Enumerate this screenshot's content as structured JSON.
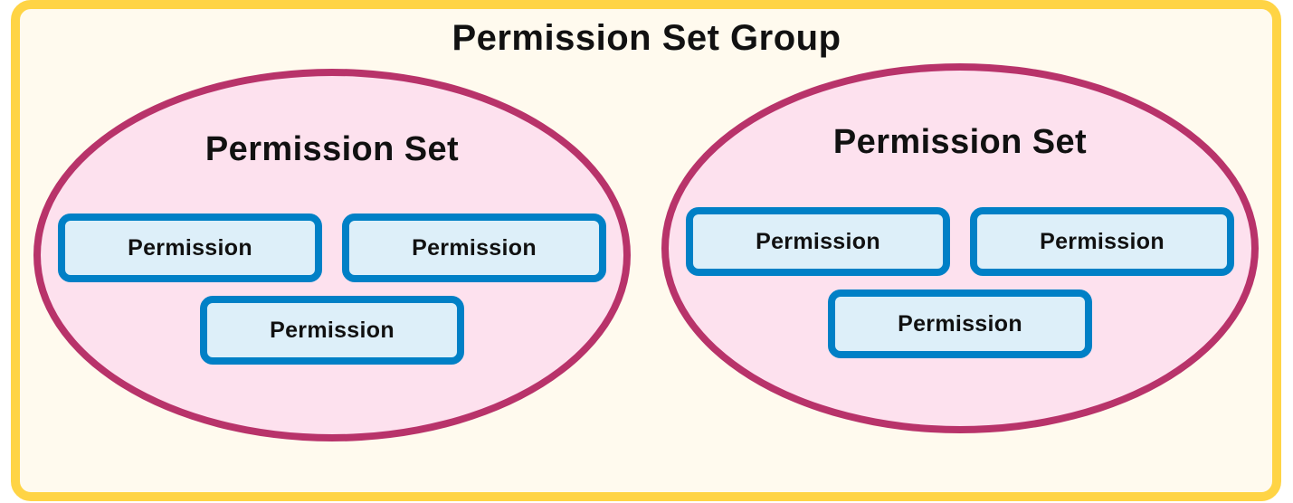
{
  "diagram": {
    "title": "Permission Set Group",
    "colors": {
      "group_border": "#ffd445",
      "group_fill": "#fffaee",
      "set_border": "#b8336a",
      "set_fill": "#fde1ee",
      "permission_border": "#0080c6",
      "permission_fill": "#ddeff9"
    },
    "permission_sets": [
      {
        "title": "Permission Set",
        "permissions": [
          {
            "label": "Permission"
          },
          {
            "label": "Permission"
          },
          {
            "label": "Permission"
          }
        ]
      },
      {
        "title": "Permission Set",
        "permissions": [
          {
            "label": "Permission"
          },
          {
            "label": "Permission"
          },
          {
            "label": "Permission"
          }
        ]
      }
    ]
  }
}
